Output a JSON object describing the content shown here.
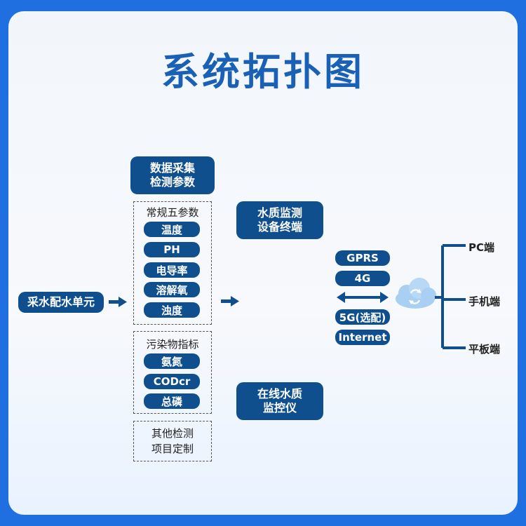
{
  "title": "系统拓扑图",
  "input_unit": "采水配水单元",
  "collection": {
    "line1": "数据采集",
    "line2": "检测参数"
  },
  "conventional": {
    "title": "常规五参数",
    "items": [
      "温度",
      "PH",
      "电导率",
      "溶解氧",
      "浊度"
    ]
  },
  "pollutants": {
    "title": "污染物指标",
    "items": [
      "氨氮",
      "CODcr",
      "总磷"
    ]
  },
  "other": {
    "line1": "其他检测",
    "line2": "项目定制"
  },
  "terminal": {
    "line1": "水质监测",
    "line2": "设备终端"
  },
  "monitor": {
    "line1": "在线水质",
    "line2": "监控仪"
  },
  "network": [
    "GPRS",
    "4G",
    "5G(选配)",
    "Internet"
  ],
  "endpoints": [
    "PC端",
    "手机端",
    "平板端"
  ],
  "colors": {
    "accent": "#0f4f8e",
    "title": "#1a61b5",
    "frame": "#1f6fe0",
    "cloud": "#8fc0ee"
  }
}
